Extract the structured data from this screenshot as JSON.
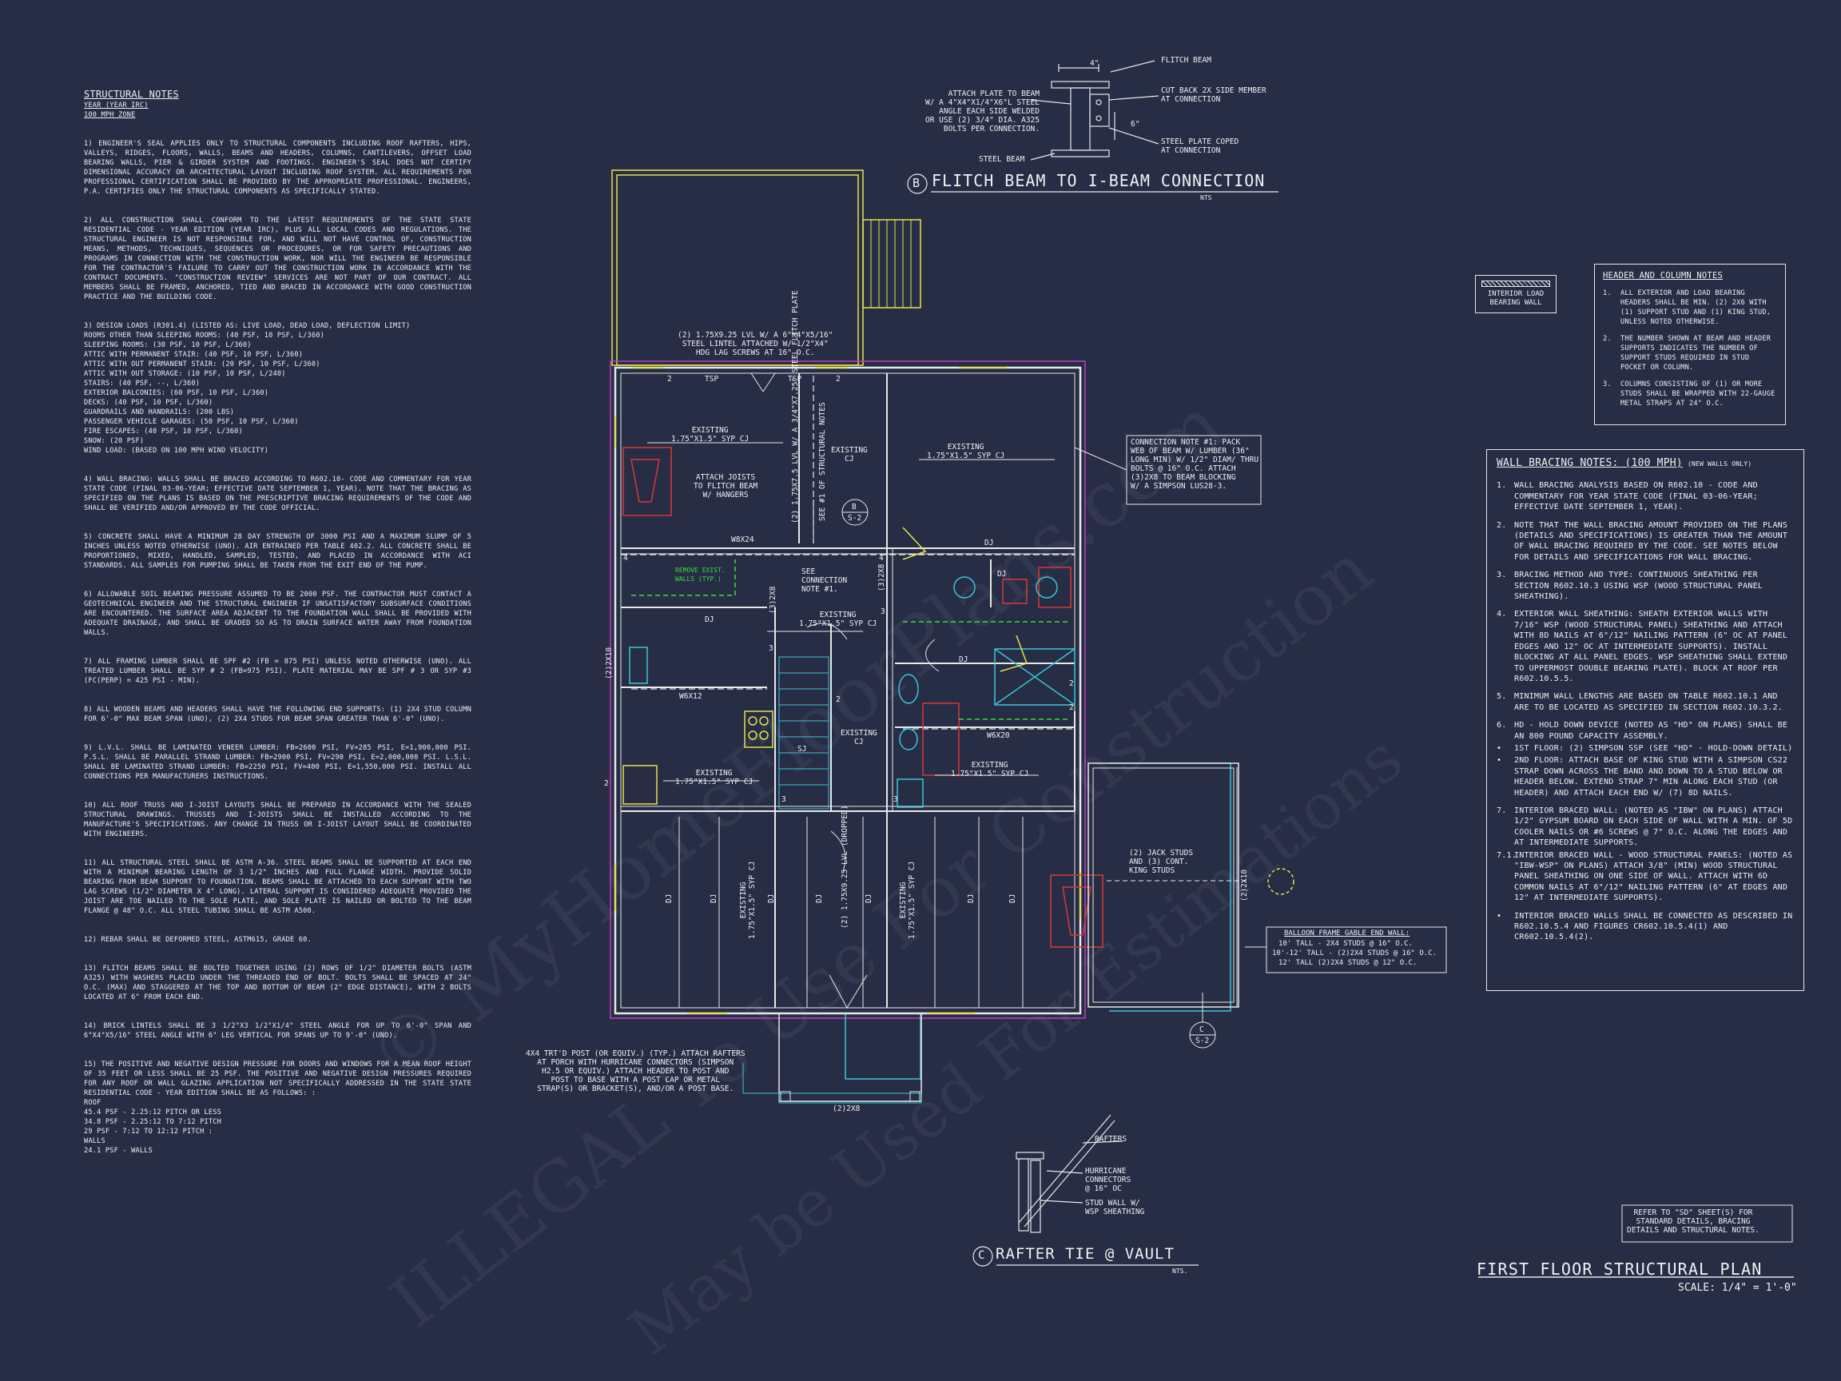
{
  "structural_notes": {
    "title": "STRUCTURAL NOTES",
    "subtitle_lines": [
      "YEAR (YEAR IRC)",
      "100 mph ZONE"
    ],
    "paragraphs": [
      "1) ENGINEER'S SEAL APPLIES ONLY TO STRUCTURAL COMPONENTS INCLUDING ROOF RAFTERS, HIPS, VALLEYS, RIDGES, FLOORS, WALLS, BEAMS AND HEADERS, COLUMNS, CANTILEVERS, OFFSET LOAD BEARING WALLS, PIER & GIRDER SYSTEM AND FOOTINGS. ENGINEER'S SEAL DOES NOT CERTIFY DIMENSIONAL ACCURACY OR ARCHITECTURAL LAYOUT INCLUDING ROOF SYSTEM. ALL REQUIREMENTS FOR PROFESSIONAL CERTIFICATION SHALL BE PROVIDED BY THE APPROPRIATE PROFESSIONAL. ENGINEERS, P.A. CERTIFIES ONLY THE STRUCTURAL COMPONENTS AS SPECIFICALLY STATED.",
      "2) ALL CONSTRUCTION SHALL CONFORM TO THE LATEST REQUIREMENTS OF THE STATE STATE RESIDENTIAL CODE - YEAR EDITION (YEAR IRC), PLUS ALL LOCAL CODES AND REGULATIONS. THE STRUCTURAL ENGINEER IS NOT RESPONSIBLE FOR, AND WILL NOT HAVE CONTROL OF, CONSTRUCTION MEANS, METHODS, TECHNIQUES, SEQUENCES OR PROCEDURES, OR FOR SAFETY PRECAUTIONS AND PROGRAMS IN CONNECTION WITH THE CONSTRUCTION WORK, NOR WILL THE ENGINEER BE RESPONSIBLE FOR THE CONTRACTOR'S FAILURE TO CARRY OUT THE CONSTRUCTION WORK IN ACCORDANCE WITH THE CONTRACT DOCUMENTS. \"CONSTRUCTION REVIEW\" SERVICES ARE NOT PART OF OUR CONTRACT. ALL MEMBERS SHALL BE FRAMED, ANCHORED, TIED AND BRACED IN ACCORDANCE WITH GOOD CONSTRUCTION PRACTICE AND THE BUILDING CODE.",
      "3) DESIGN LOADS (R301.4) (LISTED AS: LIVE LOAD, DEAD LOAD, DEFLECTION LIMIT)\nROOMS OTHER THAN SLEEPING ROOMS: (40 PSF, 10 PSF, L/360)\nSLEEPING ROOMS: (30 PSF, 10 PSF, L/360)\nATTIC WITH PERMANENT STAIR: (40 PSF, 10 PSF, L/360)\nATTIC WITH OUT PERMANENT STAIR: (20 PSF, 10 PSF, L/360)\nATTIC WITH OUT STORAGE: (10 PSF, 10 PSF, L/240)\nSTAIRS: (40 PSF, --, L/360)\nEXTERIOR BALCONIES: (60 PSF, 10 PSF, L/360)\nDECKS: (40 PSF, 10 PSF, L/360)\nGUARDRAILS AND HANDRAILS: (200 LBS)\nPASSENGER VEHICLE GARAGES: (50 PSF, 10 PSF, L/360)\nFIRE ESCAPES: (40 PSF, 10 PSF, L/360)\nSNOW: (20 PSF)\nWIND LOAD: (BASED ON 100 MPH WIND VELOCITY)",
      "4) WALL BRACING: WALLS SHALL BE BRACED ACCORDING TO R602.10- CODE AND COMMENTARY FOR YEAR STATE CODE (FINAL 03-06-YEAR; EFFECTIVE DATE SEPTEMBER 1, YEAR). NOTE THAT THE BRACING AS SPECIFIED ON THE PLANS IS BASED ON THE PRESCRIPTIVE BRACING REQUIREMENTS OF THE CODE AND SHALL BE VERIFIED AND/OR APPROVED BY THE CODE OFFICIAL.",
      "5) CONCRETE SHALL HAVE A MINIMUM 28 DAY STRENGTH OF 3000 PSI AND A MAXIMUM SLUMP OF 5 INCHES UNLESS NOTED OTHERWISE (UNO). AIR ENTRAINED PER TABLE 402.2. ALL CONCRETE SHALL BE PROPORTIONED, MIXED, HANDLED, SAMPLED, TESTED, AND PLACED IN ACCORDANCE WITH ACI STANDARDS. ALL SAMPLES FOR PUMPING SHALL BE TAKEN FROM THE EXIT END OF THE PUMP.",
      "6) ALLOWABLE SOIL BEARING PRESSURE ASSUMED TO BE 2000 PSF. THE CONTRACTOR MUST CONTACT A GEOTECHNICAL ENGINEER AND THE STRUCTURAL ENGINEER IF UNSATISFACTORY SUBSURFACE CONDITIONS ARE ENCOUNTERED. THE SURFACE AREA ADJACENT TO THE FOUNDATION WALL SHALL BE PROVIDED WITH ADEQUATE DRAINAGE, AND SHALL BE GRADED SO AS TO DRAIN SURFACE WATER AWAY FROM FOUNDATION WALLS.",
      "7) ALL FRAMING LUMBER SHALL BE SPF #2 (Fb = 875 PSI) UNLESS NOTED OTHERWISE (UNO). ALL TREATED LUMBER SHALL BE SYP # 2 (Fb=975 PSI). PLATE MATERIAL MAY BE SPF # 3 OR SYP #3 (Fc(perp) = 425 PSI - MIN).",
      "8) ALL WOODEN BEAMS AND HEADERS SHALL HAVE THE FOLLOWING END SUPPORTS: (1) 2x4 STUD COLUMN FOR 6'-0\" MAX BEAM SPAN (UNO), (2) 2X4 STUDS FOR BEAM SPAN GREATER THAN 6'-0\" (UNO).",
      "9) L.V.L. SHALL BE LAMINATED VENEER LUMBER: Fb=2600 PSI, Fv=285 PSI, E=1,900,000 PSI. P.S.L. SHALL BE PARALLEL STRAND LUMBER: Fb=2900 PSI, Fv=290 PSI, E=2,000,000 PSI. L.S.L. SHALL BE LAMINATED STRAND LUMBER: Fb=2250 PSI, Fv=400 PSI, E=1,550,000 PSI. INSTALL ALL CONNECTIONS PER MANUFACTURERS INSTRUCTIONS.",
      "10) ALL ROOF TRUSS AND I-JOIST LAYOUTS SHALL BE PREPARED IN ACCORDANCE WITH THE SEALED STRUCTURAL DRAWINGS. TRUSSES AND I-JOISTS SHALL BE INSTALLED ACCORDING TO THE MANUFACTURE'S SPECIFICATIONS. ANY CHANGE IN TRUSS OR I-JOIST LAYOUT SHALL BE COORDINATED WITH ENGINEERS.",
      "11) ALL STRUCTURAL STEEL SHALL BE ASTM A-36. STEEL BEAMS SHALL BE SUPPORTED AT EACH END WITH A MINIMUM BEARING LENGTH OF 3 1/2\" INCHES AND FULL FLANGE WIDTH. PROVIDE SOLID BEARING FROM BEAM SUPPORT TO FOUNDATION. BEAMS SHALL BE ATTACHED TO EACH SUPPORT WITH TWO LAG SCREWS (1/2\" DIAMETER x 4\" LONG). LATERAL SUPPORT IS CONSIDERED ADEQUATE PROVIDED THE JOIST ARE TOE NAILED TO THE SOLE PLATE, AND SOLE PLATE IS NAILED OR BOLTED TO THE BEAM FLANGE @ 48\" O.C. ALL STEEL TUBING SHALL BE ASTM A500.",
      "12) REBAR SHALL BE DEFORMED STEEL, ASTM615, GRADE 60.",
      "13) FLITCH BEAMS SHALL BE BOLTED TOGETHER USING (2) ROWS OF 1/2\" DIAMETER BOLTS (ASTM A325) WITH WASHERS PLACED UNDER THE THREADED END OF BOLT. BOLTS SHALL BE SPACED AT 24\" O.C. (MAX) AND STAGGERED AT THE TOP AND BOTTOM OF BEAM (2\" EDGE DISTANCE), WITH 2 BOLTS LOCATED AT 6\" FROM EACH END.",
      "14) BRICK LINTELS SHALL BE 3 1/2\"x3 1/2\"x1/4\" STEEL ANGLE FOR UP TO 6'-0\" SPAN AND 6\"x4\"x5/16\" STEEL ANGLE WITH 6\" LEG VERTICAL FOR SPANS UP TO 9'-0\" (UNO).",
      "15) THE POSITIVE AND NEGATIVE DESIGN PRESSURE FOR DOORS AND WINDOWS FOR A MEAN ROOF HEIGHT OF 35 FEET OR LESS SHALL BE 25 PSF. THE POSITIVE AND NEGATIVE DESIGN PRESSURES REQUIRED FOR ANY ROOF OR WALL GLAZING APPLICATION NOT SPECIFICALLY ADDRESSED IN THE STATE STATE RESIDENTIAL CODE - YEAR EDITION SHALL BE AS FOLLOWS: :\nROOF\n45.4 PSF - 2.25:12 PITCH OR LESS\n34.8 PSF - 2.25:12 TO 7:12 PITCH\n29 PSF - 7:12 TO 12:12 PITCH :\nWALLS\n24.1 PSF - WALLS"
    ]
  },
  "header_column_notes": {
    "title": "HEADER AND COLUMN NOTES",
    "items": [
      {
        "n": "1.",
        "text": "ALL EXTERIOR AND LOAD BEARING HEADERS SHALL BE MIN. (2) 2x6 WITH (1) SUPPORT STUD AND (1) KING STUD, UNLESS NOTED OTHERWISE."
      },
      {
        "n": "2.",
        "text": "THE NUMBER SHOWN AT BEAM AND HEADER SUPPORTS INDICATES THE NUMBER OF SUPPORT STUDS REQUIRED IN STUD POCKET OR COLUMN."
      },
      {
        "n": "3.",
        "text": "COLUMNS CONSISTING OF (1) OR MORE STUDS SHALL BE WRAPPED WITH 22-GAUGE METAL STRAPS AT 24\" O.C."
      }
    ]
  },
  "legend": {
    "line1": "INTERIOR LOAD",
    "line2": "BEARING WALL"
  },
  "wall_bracing_notes": {
    "title": "WALL BRACING NOTES: (100 MPH)",
    "title_suffix": "(NEW WALLS ONLY)",
    "items": [
      {
        "n": "1.",
        "text": "WALL BRACING ANALYSIS BASED ON R602.10 - CODE AND COMMENTARY FOR YEAR STATE CODE (FINAL 03-06-YEAR; EFFECTIVE DATE SEPTEMBER 1, YEAR)."
      },
      {
        "n": "2.",
        "text": "NOTE THAT THE WALL BRACING AMOUNT PROVIDED ON THE PLANS (DETAILS AND SPECIFICATIONS) IS GREATER THAN THE AMOUNT OF WALL BRACING REQUIRED BY THE CODE. SEE NOTES BELOW FOR DETAILS AND SPECIFICATIONS FOR WALL BRACING."
      },
      {
        "n": "3.",
        "text": "BRACING METHOD AND TYPE: CONTINUOUS SHEATHING PER SECTION R602.10.3 USING WSP (WOOD STRUCTURAL PANEL SHEATHING)."
      },
      {
        "n": "4.",
        "text": "EXTERIOR WALL SHEATHING: SHEATH EXTERIOR WALLS WITH 7/16\" WSP (WOOD STRUCTURAL PANEL) SHEATHING AND ATTACH WITH 8d NAILS AT 6\"/12\" NAILING PATTERN (6\" OC AT PANEL EDGES AND 12\" OC AT INTERMEDIATE SUPPORTS). INSTALL BLOCKING AT ALL PANEL EDGES. WSP SHEATHING SHALL EXTEND TO UPPERMOST DOUBLE BEARING PLATE). BLOCK AT ROOF PER R602.10.5.5."
      },
      {
        "n": "5.",
        "text": "MINIMUM WALL LENGTHS ARE BASED ON TABLE R602.10.1 AND ARE TO BE LOCATED AS SPECIFIED IN SECTION R602.10.3.2."
      },
      {
        "n": "6.",
        "text": "HD - HOLD DOWN DEVICE (NOTED AS \"HD\" ON PLANS) SHALL BE AN 800 POUND CAPACITY ASSEMBLY."
      },
      {
        "n": "•",
        "text": "1ST FLOOR: (2) SIMPSON SSP (SEE \"HD\" - HOLD-DOWN DETAIL)"
      },
      {
        "n": "•",
        "text": "2ND FLOOR: ATTACH BASE OF KING STUD WITH A SIMPSON CS22 STRAP DOWN ACROSS THE BAND AND DOWN TO A STUD BELOW OR HEADER BELOW. EXTEND STRAP 7\" MIN ALONG EACH STUD (OR HEADER) AND ATTACH EACH END W/ (7) 8d NAILS."
      },
      {
        "n": "7.",
        "text": "INTERIOR BRACED WALL: (NOTED AS \"IBW\" ON PLANS) ATTACH 1/2\" GYPSUM BOARD ON EACH SIDE OF WALL WITH A MIN. OF 5d COOLER NAILS OR #6 SCREWS @ 7\" O.C. ALONG THE EDGES AND AT INTERMEDIATE SUPPORTS."
      },
      {
        "n": "7.1.",
        "text": "INTERIOR BRACED WALL - WOOD STRUCTURAL PANELS: (NOTED AS \"IBW-WSP\" ON PLANS) ATTACH 3/8\" (MIN) WOOD STRUCTURAL PANEL SHEATHING ON ONE SIDE OF WALL. ATTACH WITH 6d COMMON NAILS AT 6\"/12\" NAILING PATTERN (6\" AT EDGES AND 12\" AT INTERMEDIATE SUPPORTS)."
      },
      {
        "n": "•",
        "text": "INTERIOR BRACED WALLS SHALL BE CONNECTED AS DESCRIBED IN R602.10.5.4 AND FIGURES CR602.10.5.4(1) AND CR602.10.5.4(2)."
      }
    ]
  },
  "detail_b": {
    "marker": "B",
    "title": "FLITCH BEAM TO I-BEAM CONNECTION",
    "scale": "NTS",
    "labels": {
      "flitch": "FLITCH BEAM",
      "attach": "ATTACH PLATE TO BEAM\nW/ A 4\"x4\"x1/4\"x6\"L STEEL\nANGLE EACH SIDE WELDED\nOR USE (2) 3/4\" DIA. A325\nBOLTS PER CONNECTION.",
      "cutback": "CUT BACK 2x SIDE MEMBER\nAT CONNECTION",
      "steel": "STEEL BEAM",
      "coped": "STEEL PLATE COPED\nAT CONNECTION",
      "dim4": "4\"",
      "dim6": "6\""
    }
  },
  "detail_c": {
    "marker": "C",
    "title": "RAFTER TIE @ VAULT",
    "scale": "NTS.",
    "labels": {
      "rafters": "RAFTERS",
      "hurricane": "HURRICANE\nCONNECTORS\n@ 16\" OC",
      "studwall": "STUD WALL W/\nWSP SHEATHING"
    }
  },
  "callouts": {
    "lintel": "(2) 1.75x9.25 LVL W/ A 6\"X4\"X5/16\"\nSTEEL LINTEL ATTACHED W/ 1/2\"X4\"\nHDG LAG SCREWS AT 16\" O.C.",
    "connection_note": "CONNECTION NOTE #1: PACK\nWEB OF BEAM W/ LUMBER (36\"\nLONG MIN) W/ 1/2\" DIAM/ THRU\nBOLTS @ 16\" O.C. ATTACH\n(3)2X8 TO BEAM BLOCKING\nW/ A SIMPSON LUS28-3.",
    "attach_joists": "ATTACH JOISTS\nTO FLITCH BEAM\nW/ HANGERS",
    "see_connection": "SEE\nCONNECTION\nNOTE #1.",
    "remove_walls": "REMOVE EXIST.\nWALLS (TYP.)",
    "jack_studs": "(2) JACK STUDS\nAND (3) CONT.\nKING STUDS",
    "porch": "4x4 TRT'D POST (OR EQUIV.) (TYP.) ATTACH RAFTERS\nAT PORCH WITH HURRICANE CONNECTORS (SIMPSON\nH2.5 OR EQUIV.) ATTACH HEADER TO POST AND\nPOST TO BASE WITH A POST CAP OR METAL\nSTRAP(S) OR BRACKET(S), AND/OR A POST BASE.",
    "balloon_title": "BALLOON FRAME GABLE END WALL:",
    "balloon_items": [
      "10' TALL - 2X4 STUDS @ 16\" O.C.",
      "10'-12' TALL - (2)2X4 STUDS @ 16\" O.C.",
      "12' TALL (2)2X4 STUDS @ 12\" O.C."
    ],
    "refer": "REFER TO \"SD\" SHEET(S) FOR\nSTANDARD DETAILS, BRACING\nDETAILS AND STRUCTURAL NOTES."
  },
  "plan_labels": {
    "existing_cj": "EXISTING\n1.75\"X1.5\" SYP CJ",
    "existing_cj2": "EXISTING\n1.75\"X1.5\" SYP CJ",
    "existing_cj3": "EXISTING\n1.75\"X1.5\" SYP CJ",
    "existing_cj4": "EXISTING\n1.75\"X1.5\" SYP CJ",
    "existing_cj5": "EXISTING\n1.75\"X1.5\" SYP CJ",
    "existing_cj6": "EXISTING\nCJ",
    "existing_cj7": "EXISTING\nCJ",
    "flitch_vert": "(2) 1.75X7.5 LVL W/ A 3/4\"X7.25\" STEEL FLITCH PLATE",
    "see_notes": "SEE #1 OF STRUCTURAL NOTES",
    "w8x24": "W8x24",
    "w6x12": "W6x12",
    "w6x20": "W6x20",
    "dj": "DJ",
    "sj": "SJ",
    "beam_2x10": "(2)2X10",
    "beam_3_2x8": "(3)2X8",
    "beam_2x8": "(2)2X8",
    "tsp": "TSP",
    "bottom_lvl": "(2) 1.75x9.25 LVL (DROPPED)",
    "marker_b": "B",
    "marker_b_sheet": "S-2",
    "marker_c": "C",
    "marker_c_sheet": "S-2",
    "num2": "2",
    "num3": "3",
    "num4": "4"
  },
  "sheet": {
    "title": "FIRST FLOOR STRUCTURAL PLAN",
    "scale": "SCALE: 1/4\" = 1'-0\""
  },
  "watermark": {
    "line1": "© MyHomeFloorPlans.com",
    "line2": "ILLEGAL To Use For Construction",
    "line3": "May be Used For Estimations"
  },
  "colors": {
    "background": "#272d45",
    "linework": "#e8e8e8",
    "yellow": "#e6e24a",
    "magenta": "#c13fc0",
    "red": "#d63a3a",
    "cyan": "#39c6d8",
    "green": "#3ddc3d"
  }
}
